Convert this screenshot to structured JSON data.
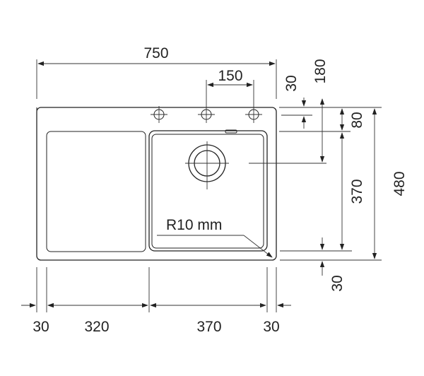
{
  "diagram": {
    "dimensions": {
      "overall_width": "750",
      "tap_hole_spacing": "150",
      "top_edge_to_hole": "30",
      "top_edge_to_bowl_center": "180",
      "top_edge_to_bowl": "80",
      "bowl_depth": "370",
      "overall_depth": "480",
      "bowl_to_bottom_edge": "30",
      "left_margin": "30",
      "drainer_width": "320",
      "bowl_width": "370",
      "right_margin": "30"
    },
    "corner_radius_label": "R10 mm"
  }
}
